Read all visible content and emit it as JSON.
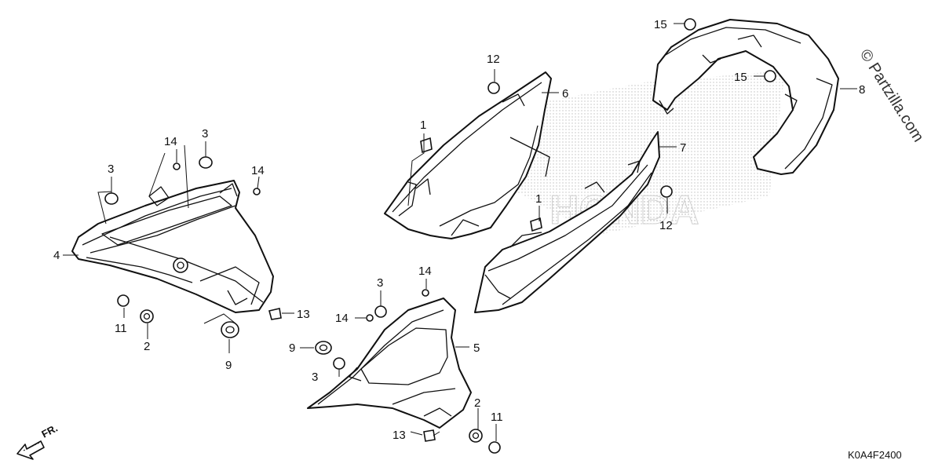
{
  "diagram": {
    "callouts": {
      "c1a": "1",
      "c1b": "1",
      "c2a": "2",
      "c2b": "2",
      "c3a": "3",
      "c3b": "3",
      "c3c": "3",
      "c3d": "3",
      "c4": "4",
      "c5": "5",
      "c6": "6",
      "c7": "7",
      "c8": "8",
      "c9a": "9",
      "c9b": "9",
      "c11a": "11",
      "c11b": "11",
      "c12a": "12",
      "c12b": "12",
      "c13a": "13",
      "c13b": "13",
      "c14a": "14",
      "c14b": "14",
      "c14c": "14",
      "c14d": "14",
      "c15a": "15",
      "c15b": "15"
    },
    "diagram_code": "K0A4F2400",
    "front_label": "FR.",
    "watermark": "© Partzilla.com",
    "background_logo": "HONDA"
  }
}
